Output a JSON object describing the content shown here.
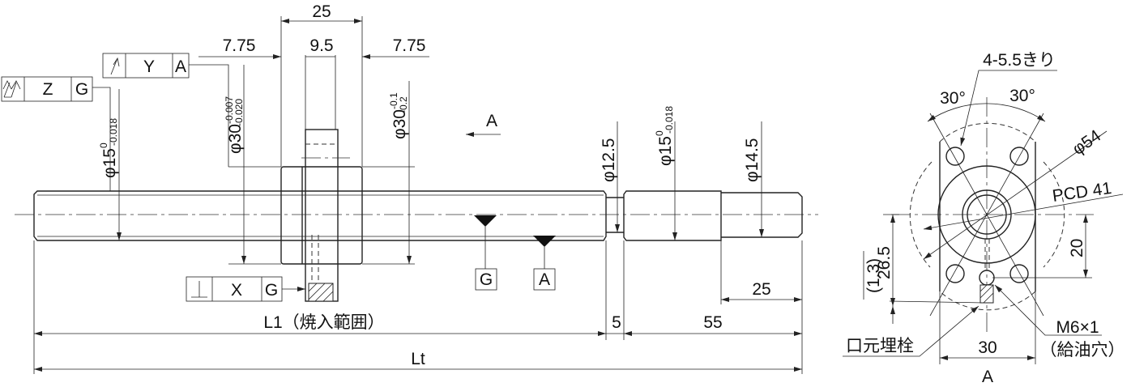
{
  "front_view": {
    "nut_length": "25",
    "left_offset": "7.75",
    "center_width": "9.5",
    "right_offset": "7.75",
    "flange_dia": {
      "base": "φ30",
      "upper": "-0.007",
      "lower": "-0.020"
    },
    "body_dia": {
      "base": "φ30",
      "upper": "-0.1",
      "lower": "-0.2"
    },
    "shaft_dia": {
      "base": "φ15",
      "upper": "0",
      "lower": "-0.018"
    },
    "neck_dia": "φ12.5",
    "journal_dia": {
      "base": "φ15",
      "upper": "0",
      "lower": "-0.018"
    },
    "end_dia": "φ14.5",
    "view_arrow": "A",
    "datum_g": "G",
    "datum_a": "A",
    "tolerance_frames": [
      {
        "symbol": "total-runout",
        "value": "Z",
        "datum": "G"
      },
      {
        "symbol": "circular-runout",
        "value": "Y",
        "datum": "A"
      },
      {
        "symbol": "perpendicularity",
        "value": "X",
        "datum": "G"
      }
    ],
    "end_length": "25",
    "l1_label": "L1（焼入範囲）",
    "gap": "5",
    "journal_length": "55",
    "total_label": "Lt"
  },
  "side_view": {
    "holes": "4-5.5きり",
    "angle_left": "30°",
    "angle_right": "30°",
    "outer_dia": "φ54",
    "pcd": "PCD 41",
    "height_26": "26.5",
    "offset": "(1.3)",
    "height_20": "20",
    "oil_hole": "M6×1",
    "oil_hole_note": "（給油穴）",
    "plug": "口元埋栓",
    "width": "30",
    "view_label": "A"
  }
}
